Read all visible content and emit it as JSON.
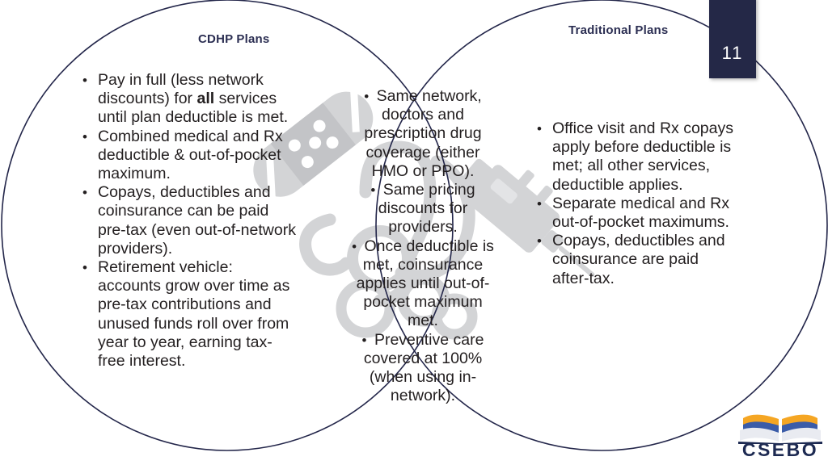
{
  "slide": {
    "page_number": "11",
    "diagram_type": "venn",
    "colors": {
      "title": "#2b2e52",
      "body_text": "#231f20",
      "circle_stroke": "#23264a",
      "badge_bg": "#242847",
      "badge_text": "#ffffff",
      "logo_text": "#1d2a52",
      "logo_pages_top": "#f5a623",
      "logo_pages_bottom": "#3b5ca8",
      "watermark": "#d2d3d5"
    }
  },
  "venn": {
    "left": {
      "title": "CDHP Plans",
      "bullets": [
        {
          "parts": [
            {
              "text": "Pay in full (less network discounts) for ",
              "bold": false
            },
            {
              "text": "all",
              "bold": true
            },
            {
              "text": " services until plan deductible is met.",
              "bold": false
            }
          ]
        },
        {
          "parts": [
            {
              "text": "Combined medical and Rx deductible & out-of-pocket maximum.",
              "bold": false
            }
          ]
        },
        {
          "parts": [
            {
              "text": "Copays, deductibles and coinsurance can be paid pre-tax (even out-of-network providers).",
              "bold": false
            }
          ]
        },
        {
          "parts": [
            {
              "text": "Retirement vehicle: accounts grow over time as pre-tax contributions and unused funds roll over from year to year, earning tax-free interest.",
              "bold": false
            }
          ]
        }
      ]
    },
    "overlap": {
      "bullets": [
        {
          "parts": [
            {
              "text": "Same network, doctors and prescription drug coverage (either HMO or PPO).",
              "bold": false
            }
          ]
        },
        {
          "parts": [
            {
              "text": "Same pricing discounts for providers.",
              "bold": false
            }
          ]
        },
        {
          "parts": [
            {
              "text": "Once deductible is met, coinsurance applies until out-of-pocket maximum met.",
              "bold": false
            }
          ]
        },
        {
          "parts": [
            {
              "text": "Preventive care covered at 100% (when using in-network).",
              "bold": false
            }
          ]
        }
      ]
    },
    "right": {
      "title": "Traditional Plans",
      "bullets": [
        {
          "parts": [
            {
              "text": "Office visit and Rx copays apply before deductible is met; all other services, deductible applies.",
              "bold": false
            }
          ]
        },
        {
          "parts": [
            {
              "text": "Separate medical and Rx out-of-pocket maximums.",
              "bold": false
            }
          ]
        },
        {
          "parts": [
            {
              "text": "Copays, deductibles and coinsurance are paid after-tax.",
              "bold": false
            }
          ]
        }
      ]
    }
  },
  "logo": {
    "brand": "CSEBO",
    "mark": "open-book-icon"
  },
  "watermarks": [
    {
      "name": "bandage-icon"
    },
    {
      "name": "stethoscope-icon"
    },
    {
      "name": "syringe-icon"
    }
  ]
}
